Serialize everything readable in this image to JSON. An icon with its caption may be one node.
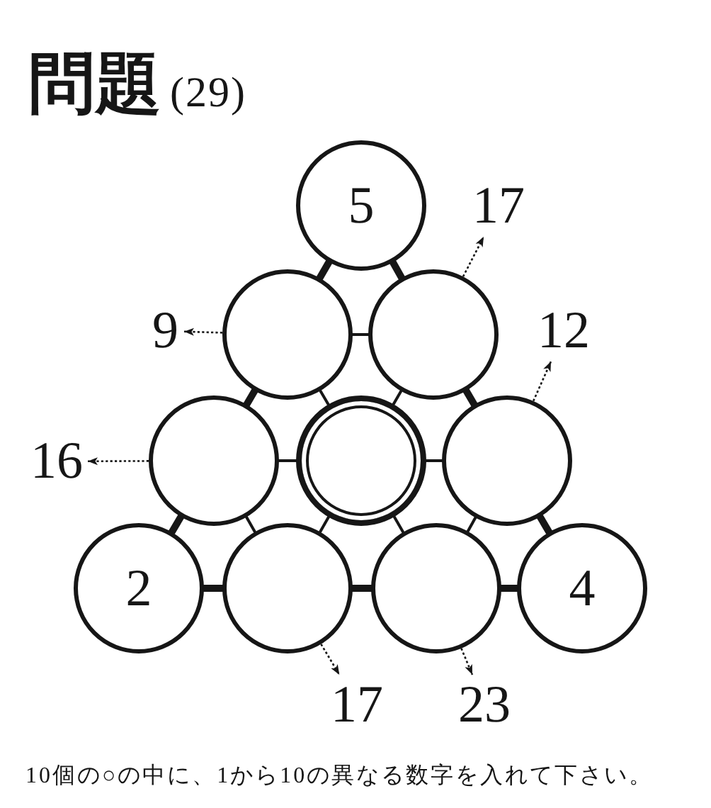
{
  "diagram": {
    "title": "問題(29)",
    "caption": "10個の○の中に、1から10の異なる数字を入れて下さい。",
    "nodes": [
      {
        "text": [
          "5"
        ]
      },
      {
        "text": [
          "17"
        ]
      },
      {
        "text": [
          "9"
        ]
      },
      {
        "text": [],
        "shape": "circle"
      },
      {
        "text": [],
        "shape": "circle"
      },
      {
        "text": [
          "12"
        ]
      },
      {
        "text": [
          "16"
        ]
      },
      {
        "text": [],
        "shape": "circle"
      },
      {
        "text": [],
        "shape": "circle"
      },
      {
        "text": [],
        "shape": "circle"
      },
      {
        "text": [
          "2"
        ]
      },
      {
        "text": [],
        "shape": "circle"
      },
      {
        "text": [],
        "shape": "circle"
      },
      {
        "text": [
          "4"
        ]
      },
      {
        "text": [
          "17"
        ]
      },
      {
        "text": [
          "23"
        ]
      }
    ],
    "edges": [
      {
        "from": 0,
        "to": 3,
        "arrow": "none",
        "style": "thick"
      },
      {
        "from": 0,
        "to": 4,
        "arrow": "none",
        "style": "thick"
      },
      {
        "from": 3,
        "to": 4,
        "arrow": "none"
      },
      {
        "from": 3,
        "to": 7,
        "arrow": "none",
        "style": "thick"
      },
      {
        "from": 3,
        "to": 8,
        "arrow": "none"
      },
      {
        "from": 4,
        "to": 8,
        "arrow": "none"
      },
      {
        "from": 4,
        "to": 9,
        "arrow": "none",
        "style": "thick"
      },
      {
        "from": 7,
        "to": 8,
        "arrow": "none"
      },
      {
        "from": 8,
        "to": 9,
        "arrow": "none"
      },
      {
        "from": 7,
        "to": 10,
        "arrow": "none",
        "style": "thick"
      },
      {
        "from": 7,
        "to": 11,
        "arrow": "none"
      },
      {
        "from": 8,
        "to": 11,
        "arrow": "none"
      },
      {
        "from": 8,
        "to": 12,
        "arrow": "none"
      },
      {
        "from": 9,
        "to": 12,
        "arrow": "none"
      },
      {
        "from": 9,
        "to": 13,
        "arrow": "none",
        "style": "thick"
      },
      {
        "from": 10,
        "to": 11,
        "arrow": "none",
        "style": "thick"
      },
      {
        "from": 11,
        "to": 12,
        "arrow": "none",
        "style": "thick"
      },
      {
        "from": 12,
        "to": 13,
        "arrow": "none",
        "style": "thick"
      },
      {
        "from": 4,
        "to": 1,
        "arrow": "to",
        "style": "dashed"
      },
      {
        "from": 3,
        "to": 2,
        "arrow": "to",
        "style": "dashed"
      },
      {
        "from": 9,
        "to": 5,
        "arrow": "to",
        "style": "dashed"
      },
      {
        "from": 7,
        "to": 6,
        "arrow": "to",
        "style": "dashed"
      },
      {
        "from": 11,
        "to": 14,
        "arrow": "to",
        "style": "dashed"
      },
      {
        "from": 12,
        "to": 15,
        "arrow": "to",
        "style": "dashed"
      }
    ]
  }
}
